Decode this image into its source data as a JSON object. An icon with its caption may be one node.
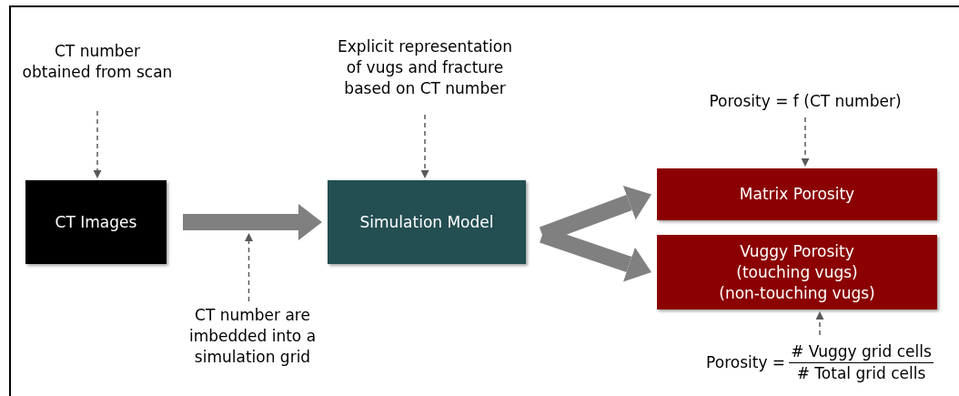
{
  "diagram": {
    "nodes": [
      {
        "text": [
          "CT number obtained from scan"
        ]
      },
      {
        "text": [
          "CT Images"
        ]
      },
      {
        "text": [
          "CT number are imbedded into a simulation grid"
        ]
      },
      {
        "text": [
          "Explicit representation of vugs and fracture based on CT number"
        ]
      },
      {
        "text": [
          "Simulation Model"
        ]
      },
      {
        "text": [
          "Porosity = f (CT number)"
        ]
      },
      {
        "text": [
          "Matrix Porosity"
        ]
      },
      {
        "text": [
          "Vuggy Porosity",
          "(touching vugs)",
          "(non-touching vugs)"
        ]
      },
      {
        "text": [
          "Porosity =",
          "# Vuggy grid cells",
          "# Total grid cells"
        ]
      }
    ],
    "edges": [
      {
        "from": 0,
        "to": 1,
        "arrow": "to",
        "style": "dashed"
      },
      {
        "from": 1,
        "to": 4,
        "arrow": "to",
        "style": "thick",
        "color": "#808080"
      },
      {
        "from": 2,
        "to": null,
        "arrow": "to",
        "style": "dashed"
      },
      {
        "from": 3,
        "to": 4,
        "arrow": "to",
        "style": "dashed"
      },
      {
        "from": 4,
        "to": 6,
        "arrow": "to",
        "style": "thick",
        "color": "#808080"
      },
      {
        "from": 4,
        "to": 7,
        "arrow": "to",
        "style": "thick",
        "color": "#808080"
      },
      {
        "from": 5,
        "to": 6,
        "arrow": "to",
        "style": "dashed"
      },
      {
        "from": 8,
        "to": 7,
        "arrow": "to",
        "style": "dashed"
      }
    ]
  }
}
